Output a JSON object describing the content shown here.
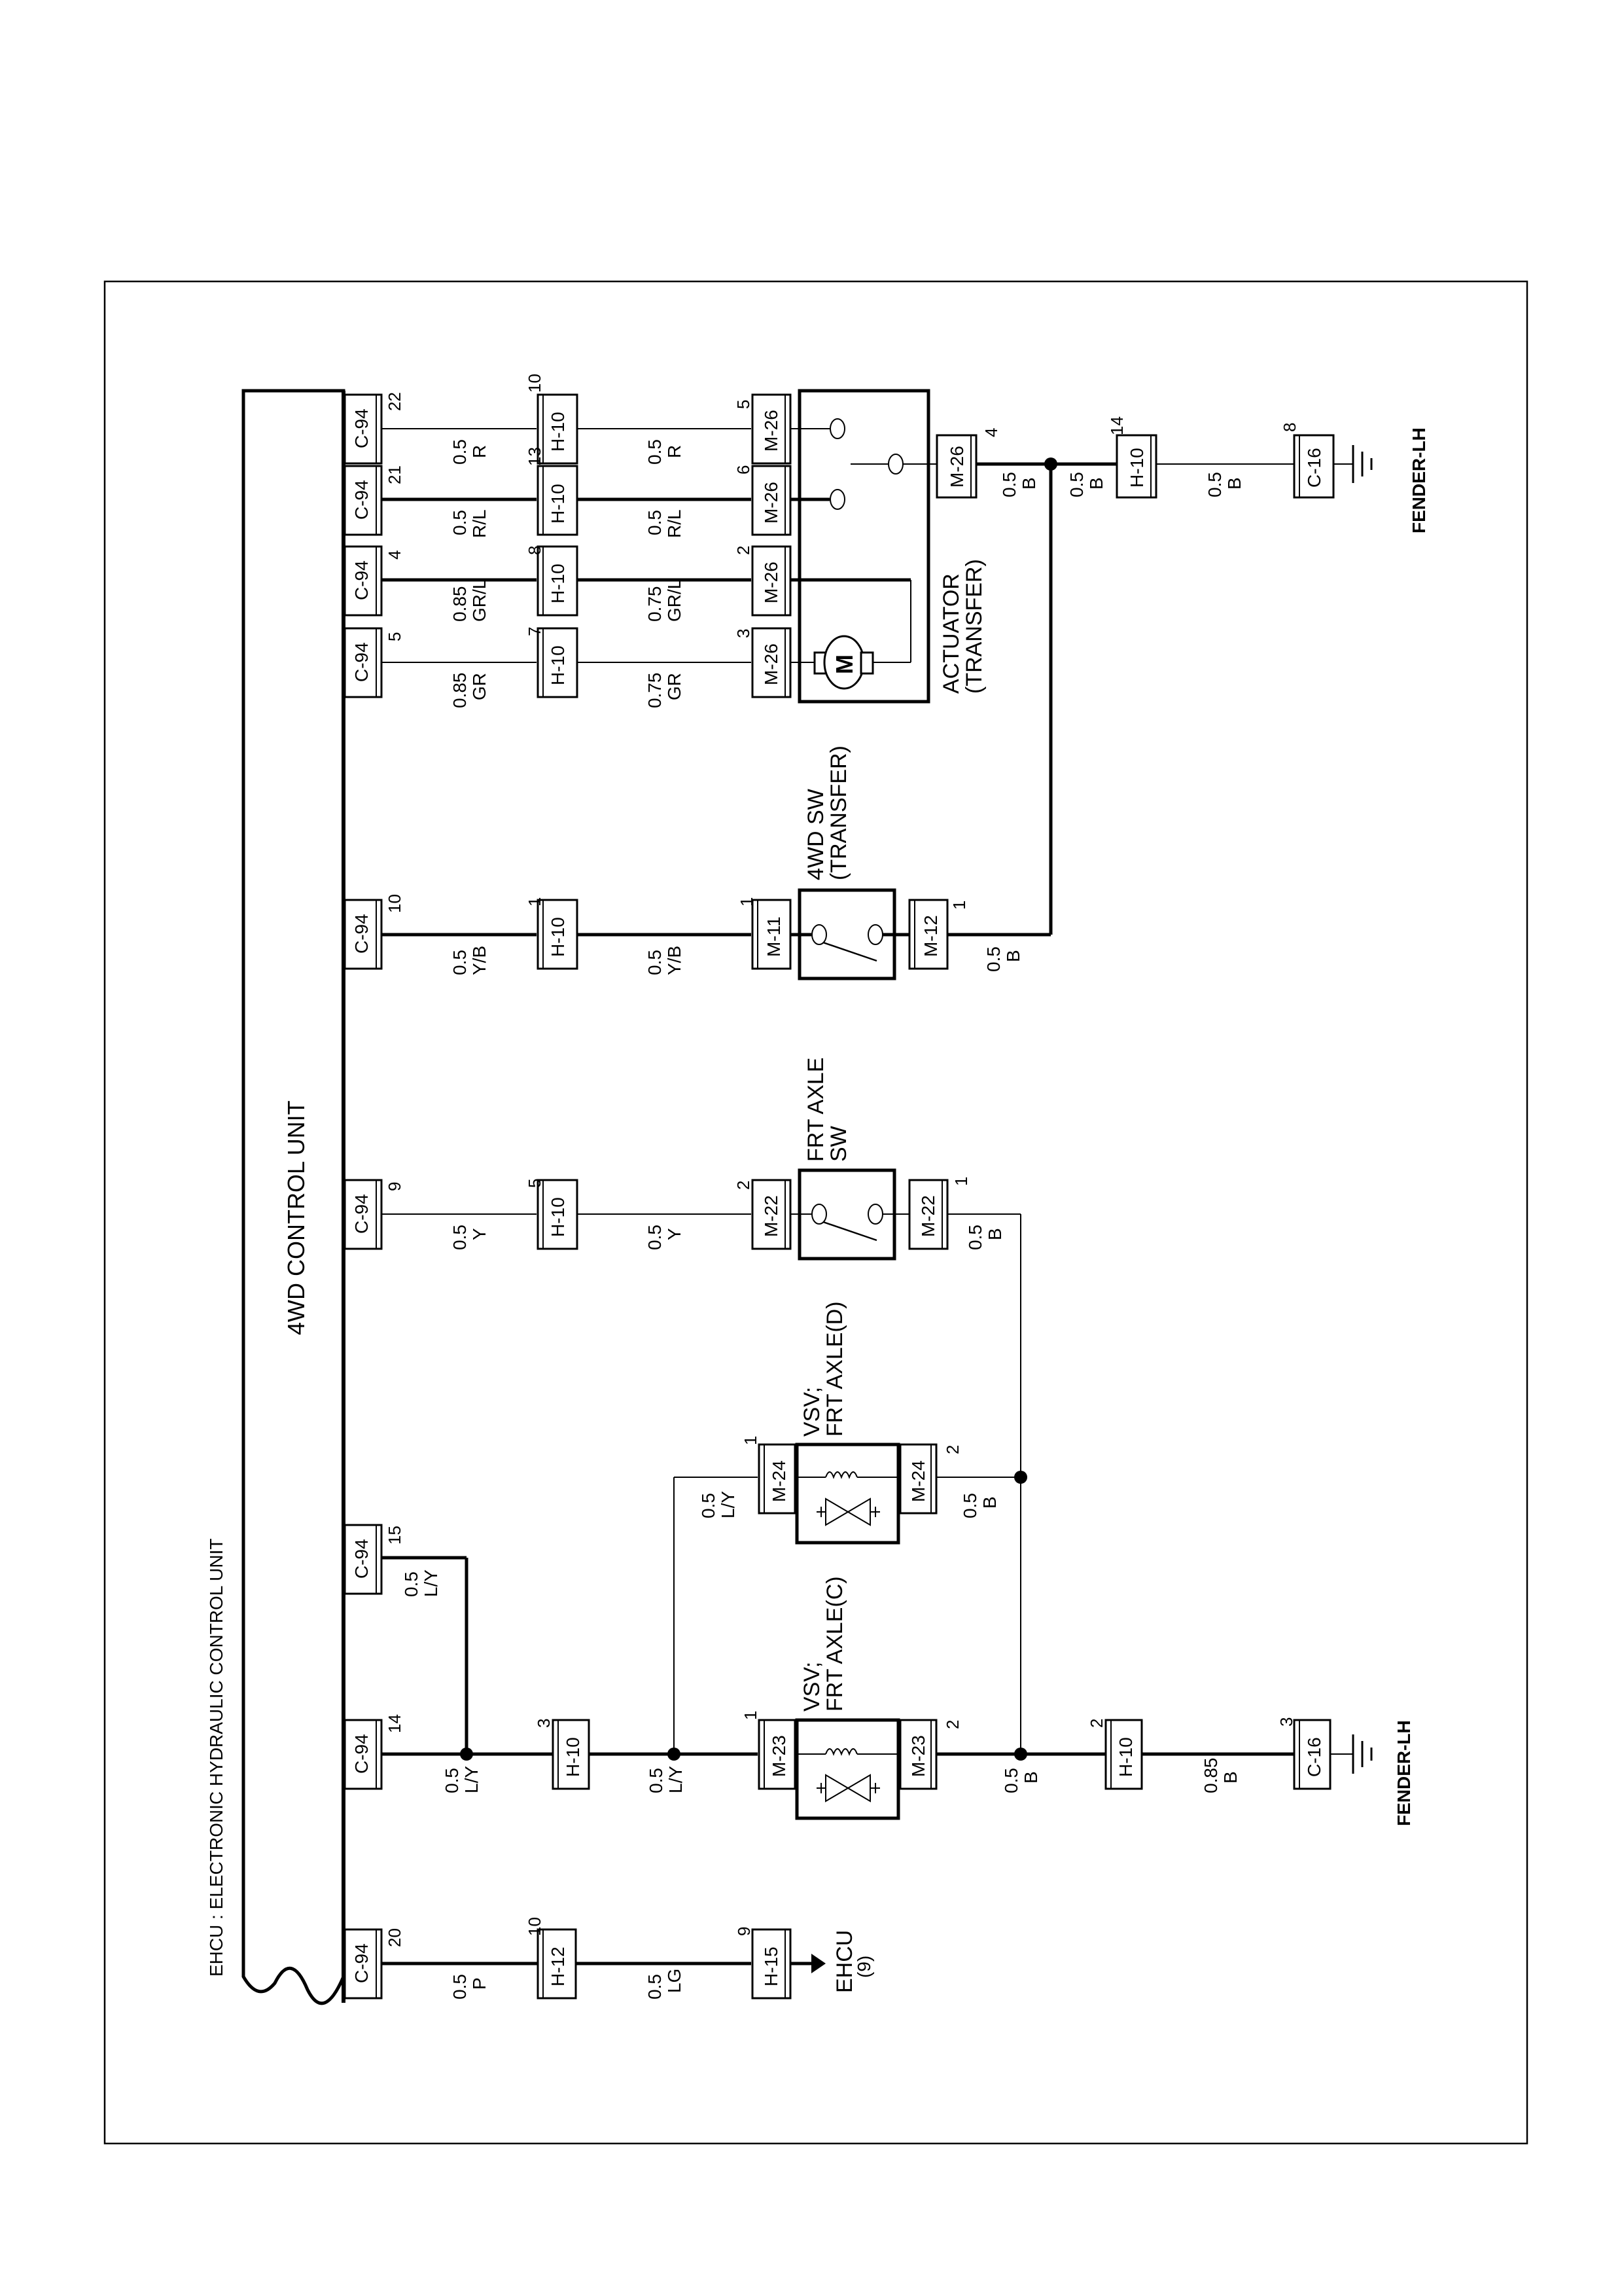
{
  "header": {
    "legend": "EHCU : ELECTRONIC HYDRAULIC CONTROL UNIT"
  },
  "control_unit": {
    "label": "4WD CONTROL UNIT",
    "connector": "C-94"
  },
  "circuits": [
    {
      "id": "pin22",
      "c94_pin": "22",
      "wire1": [
        "0.5",
        "R"
      ],
      "h10_pin": "10",
      "h10": "H-10",
      "wire2": [
        "0.5",
        "R"
      ],
      "m_pin": "5",
      "m": "M-26"
    },
    {
      "id": "pin21",
      "c94_pin": "21",
      "wire1": [
        "0.5",
        "R/L"
      ],
      "h10_pin": "13",
      "h10": "H-10",
      "wire2": [
        "0.5",
        "R/L"
      ],
      "m_pin": "6",
      "m": "M-26"
    },
    {
      "id": "pin4",
      "c94_pin": "4",
      "wire1": [
        "0.85",
        "GR/L"
      ],
      "h10_pin": "8",
      "h10": "H-10",
      "wire2": [
        "0.75",
        "GR/L"
      ],
      "m_pin": "2",
      "m": "M-26"
    },
    {
      "id": "pin5",
      "c94_pin": "5",
      "wire1": [
        "0.85",
        "GR"
      ],
      "h10_pin": "7",
      "h10": "H-10",
      "wire2": [
        "0.75",
        "GR"
      ],
      "m_pin": "3",
      "m": "M-26"
    },
    {
      "id": "pin10",
      "c94_pin": "10",
      "wire1": [
        "0.5",
        "Y/B"
      ],
      "h10_pin": "1",
      "h10": "H-10",
      "wire2": [
        "0.5",
        "Y/B"
      ],
      "m_pin": "1",
      "m": "M-11",
      "out_pin": "1",
      "out": "M-12",
      "wire3": [
        "0.5",
        "B"
      ]
    },
    {
      "id": "pin9",
      "c94_pin": "9",
      "wire1": [
        "0.5",
        "Y"
      ],
      "h10_pin": "5",
      "h10": "H-10",
      "wire2": [
        "0.5",
        "Y"
      ],
      "m_pin": "2",
      "m": "M-22",
      "out_pin": "1",
      "out": "M-22",
      "wire3": [
        "0.5",
        "B"
      ]
    },
    {
      "id": "pin15",
      "c94_pin": "15",
      "wire1": [
        "0.5",
        "L/Y"
      ]
    },
    {
      "id": "pin14",
      "c94_pin": "14",
      "wire1": [
        "0.5",
        "L/Y"
      ],
      "h10_pin": "3",
      "h10": "H-10",
      "wire2": [
        "0.5",
        "L/Y"
      ],
      "m_pin": "1",
      "m": "M-23",
      "out_pin": "2",
      "out": "M-23",
      "wire3": [
        "0.5",
        "B"
      ],
      "h10b_pin": "2",
      "h10b": "H-10",
      "wire4": [
        "0.85",
        "B"
      ],
      "gnd_pin": "3",
      "gnd": "C-16"
    },
    {
      "id": "pin20",
      "c94_pin": "20",
      "wire1": [
        "0.5",
        "P"
      ],
      "h12_pin": "10",
      "h12": "H-12",
      "wire2": [
        "0.5",
        "LG"
      ],
      "h15_pin": "9",
      "h15": "H-15"
    }
  ],
  "vsv_d": {
    "label1": "VSV;",
    "label2": "FRT AXLE(D)",
    "in_pin": "1",
    "in": "M-24",
    "out_pin": "2",
    "out": "M-24",
    "wire_in": [
      "0.5",
      "L/Y"
    ],
    "wire_out": [
      "0.5",
      "B"
    ]
  },
  "vsv_c": {
    "label1": "VSV;",
    "label2": "FRT AXLE(C)"
  },
  "frt_axle_sw": {
    "label1": "FRT AXLE",
    "label2": "SW"
  },
  "sw_4wd": {
    "label1": "4WD SW",
    "label2": "(TRANSFER)"
  },
  "actuator": {
    "label1": "ACTUATOR",
    "label2": "(TRANSFER)",
    "motor": "M",
    "out_pin": "4",
    "out": "M-26",
    "wire_out": [
      "0.5",
      "B"
    ],
    "wire_mid": [
      "0.5",
      "B"
    ],
    "h10_pin": "14",
    "h10": "H-10",
    "wire_gnd": [
      "0.5",
      "B"
    ],
    "gnd_pin": "8",
    "gnd": "C-16"
  },
  "grounds": {
    "top": "FENDER-LH",
    "bottom": "FENDER-LH"
  },
  "ehcu_ref": {
    "label1": "EHCU",
    "label2": "(9)"
  }
}
